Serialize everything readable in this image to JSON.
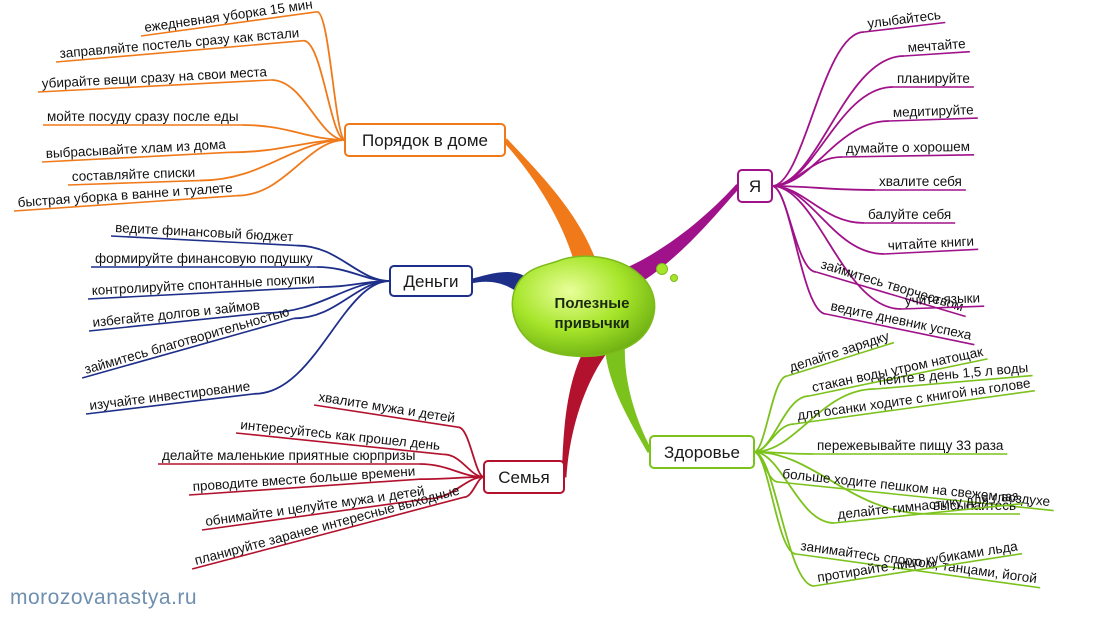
{
  "center": {
    "label_lines": [
      "Полезные",
      "привычки"
    ],
    "color": "#9be22a"
  },
  "branches": [
    {
      "id": "order",
      "label": "Порядок в доме",
      "color": "#f07a1a",
      "items": [
        "ежедневная уборка 15 мин",
        "заправляйте постель сразу как встали",
        "убирайте вещи сразу на свои места",
        "мойте посуду сразу после еды",
        "выбрасывайте хлам из дома",
        "составляйте списки",
        "быстрая уборка в ванне и туалете"
      ]
    },
    {
      "id": "money",
      "label": "Деньги",
      "color": "#1e2f8a",
      "items": [
        "ведите финансовый бюджет",
        "формируйте финансовую подушку",
        "контролируйте спонтанные покупки",
        "избегайте долгов и займов",
        "займитесь благотворительностью",
        "изучайте инвестирование"
      ]
    },
    {
      "id": "family",
      "label": "Семья",
      "color": "#b3122e",
      "items": [
        "хвалите мужа и детей",
        "интересуйтесь как прошел день",
        "делайте маленькие приятные сюрпризы",
        "проводите вместе больше времени",
        "обнимайте и целуйте мужа и детей",
        "планируйте заранее интересные выходные"
      ]
    },
    {
      "id": "me",
      "label": "Я",
      "color": "#a0128a",
      "items": [
        "улыбайтесь",
        "мечтайте",
        "планируйте",
        "медитируйте",
        "думайте о хорошем",
        "хвалите себя",
        "балуйте себя",
        "читайте книги",
        "займитесь творчеством",
        "учите языки",
        "ведите дневник успеха"
      ]
    },
    {
      "id": "health",
      "label": "Здоровье",
      "color": "#7cc21c",
      "items": [
        "делайте зарядку",
        "стакан воды утром натощак",
        "пейте в день 1,5 л воды",
        "для осанки ходите с книгой на голове",
        "пережевывайте пищу 33 раза",
        "больше ходите пешком на свежем воздухе",
        "высыпайтесь",
        "делайте гимнастику для глаз",
        "занимайтесь спортом, танцами, йогой",
        "протирайте лицо кубиками льда"
      ]
    }
  ],
  "watermark": "morozovanastya.ru"
}
